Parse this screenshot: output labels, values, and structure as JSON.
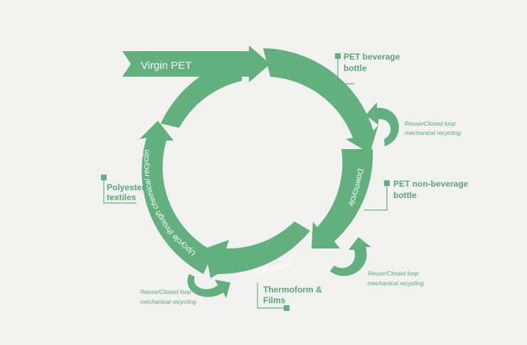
{
  "source": {
    "label": "Virgin PET"
  },
  "nodes": {
    "pet_beverage": [
      "PET beverage",
      "bottle"
    ],
    "pet_non_beverage": [
      "PET non-beverage",
      "bottle"
    ],
    "thermoform": [
      "Thermoform &",
      "Films"
    ],
    "polyester": [
      "Polyester",
      "textiles"
    ]
  },
  "arcs": {
    "downcycle_right": "Downcycle",
    "downcycle_bottom": "Downcycle",
    "upcycle_left": "Upcycle through chemical recycling"
  },
  "loops": {
    "top_right": [
      "Reuse/Closed loop",
      "mechanical recycling"
    ],
    "mid_right": [
      "Reuse/Closed loop",
      "mechanical recycling"
    ],
    "bottom_left": [
      "Reuse/Closed loop",
      "mechanical recycling"
    ]
  },
  "colors": {
    "arrow": "#63b07f",
    "label": "#5aa676",
    "background": "#f1f1ef"
  }
}
